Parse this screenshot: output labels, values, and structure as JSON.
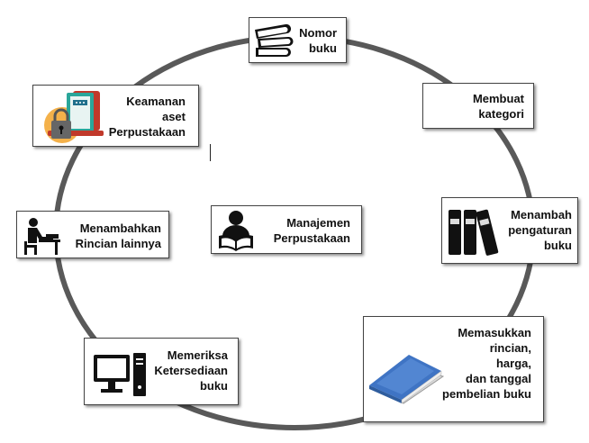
{
  "nodes": {
    "center": {
      "lines": [
        "Manajemen",
        "Perpustakaan"
      ],
      "icon": "reader-person-icon"
    },
    "nomor": {
      "lines": [
        "Nomor",
        "buku"
      ],
      "icon": "book-stack-icon"
    },
    "kategori": {
      "lines": [
        "Membuat",
        "kategori"
      ]
    },
    "pengaturan": {
      "lines": [
        "Menambah",
        "pengaturan",
        "buku"
      ],
      "icon": "binders-icon"
    },
    "rincian": {
      "lines": [
        "Memasukkan",
        "rincian,",
        "harga,",
        "dan tanggal",
        "pembelian buku"
      ],
      "icon": "blue-book-icon"
    },
    "ketersediaan": {
      "lines": [
        "Memeriksa",
        "Ketersediaan",
        "buku"
      ],
      "icon": "computer-icon"
    },
    "rincian_lain": {
      "lines": [
        "Menambahkan",
        "Rincian lainnya"
      ],
      "icon": "person-at-desk-icon"
    },
    "keamanan": {
      "lines": [
        "Keamanan",
        "aset",
        "Perpustakaan"
      ],
      "icon": "padlock-book-icon"
    }
  },
  "colors": {
    "ring": "#595959",
    "box_border": "#444444",
    "text": "#111111",
    "book_blue": "#3f74c4",
    "lock_orange": "#f4b14a",
    "book_teal": "#2aa69a"
  }
}
